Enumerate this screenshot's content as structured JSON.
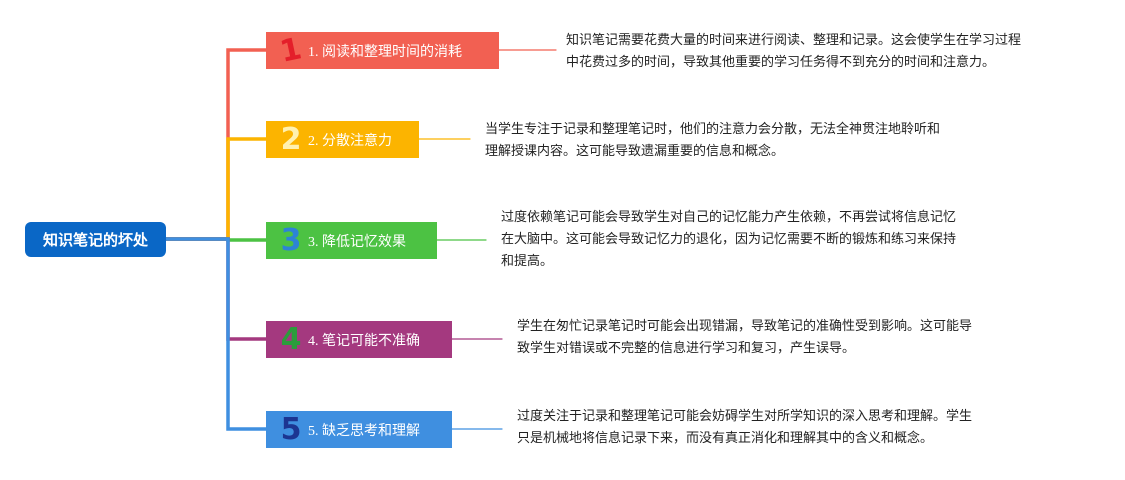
{
  "root": {
    "label": "知识笔记的坏处",
    "color": "#0a67c6"
  },
  "branches": [
    {
      "num": "1",
      "label": "1. 阅读和整理时间的消耗",
      "color": "#f26052",
      "num_color": "#e41f2a",
      "desc_lines": [
        "知识笔记需要花费大量的时间来进行阅读、整理和记录。这会使学生在学习过程",
        "中花费过多的时间，导致其他重要的学习任务得不到充分的时间和注意力。"
      ]
    },
    {
      "num": "2",
      "label": "2. 分散注意力",
      "color": "#fcb400",
      "num_color": "#fff1b0",
      "desc_lines": [
        "当学生专注于记录和整理笔记时，他们的注意力会分散，无法全神贯注地聆听和",
        "理解授课内容。这可能导致遗漏重要的信息和概念。"
      ]
    },
    {
      "num": "3",
      "label": "3. 降低记忆效果",
      "color": "#4cc243",
      "num_color": "#2d83d6",
      "desc_lines": [
        "过度依赖笔记可能会导致学生对自己的记忆能力产生依赖，不再尝试将信息记忆",
        "在大脑中。这可能会导致记忆力的退化，因为记忆需要不断的锻炼和练习来保持",
        "和提高。"
      ]
    },
    {
      "num": "4",
      "label": "4. 笔记可能不准确",
      "color": "#a4397f",
      "num_color": "#2b9c3c",
      "desc_lines": [
        "学生在匆忙记录笔记时可能会出现错漏，导致笔记的准确性受到影响。这可能导",
        "致学生对错误或不完整的信息进行学习和复习，产生误导。"
      ]
    },
    {
      "num": "5",
      "label": "5. 缺乏思考和理解",
      "color": "#3f8fe0",
      "num_color": "#1c3592",
      "desc_lines": [
        "过度关注于记录和整理笔记可能会妨碍学生对所学知识的深入思考和理解。学生",
        "只是机械地将信息记录下来，而没有真正消化和理解其中的含义和概念。"
      ]
    }
  ]
}
